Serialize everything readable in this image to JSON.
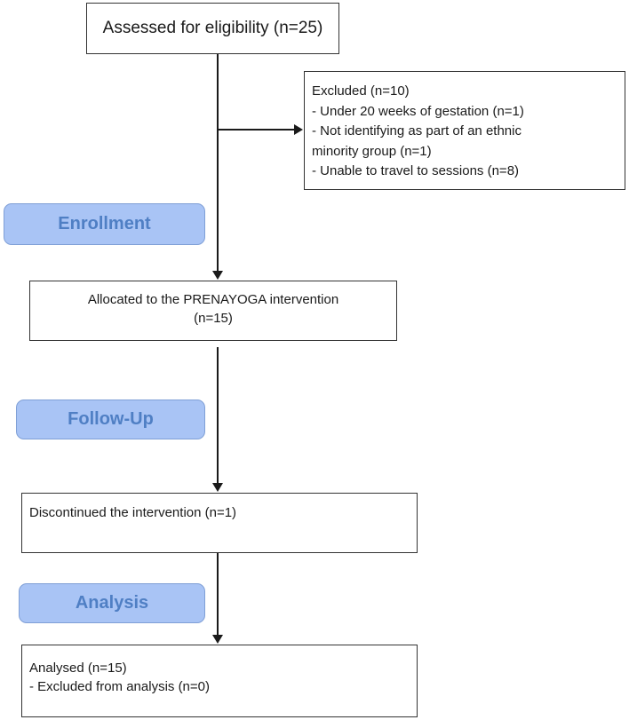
{
  "assessed": {
    "text": "Assessed for eligibility (n=25)"
  },
  "excluded": {
    "title": "Excluded (n=10)",
    "items": [
      "- Under 20 weeks of gestation (n=1)",
      "- Not identifying as part of an ethnic",
      "minority group (n=1)",
      "- Unable to travel to sessions (n=8)"
    ]
  },
  "stages": {
    "enrollment": "Enrollment",
    "follow_up": "Follow-Up",
    "analysis": "Analysis"
  },
  "allocated": {
    "line1": "Allocated to the PRENAYOGA intervention",
    "line2": "(n=15)"
  },
  "discontinued": {
    "text": "Discontinued the intervention (n=1)"
  },
  "analysed": {
    "line1": "Analysed (n=15)",
    "line2": "- Excluded from analysis (n=0)"
  },
  "colors": {
    "stage_fill": "#a9c4f5",
    "stage_text": "#4f7fc4",
    "stroke": "#1a1a1a"
  }
}
